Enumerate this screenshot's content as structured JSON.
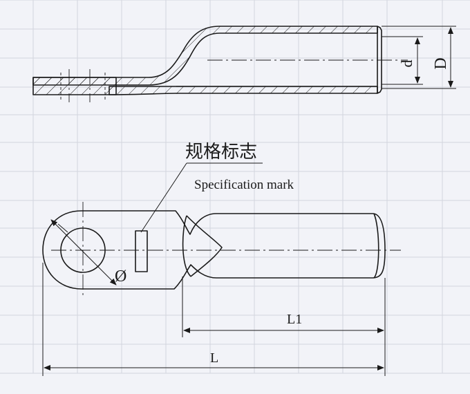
{
  "colors": {
    "paper": "#f2f3f8",
    "ink": "#1a1a1a",
    "ghost": "#c6c9d4"
  },
  "top_view": {
    "dim_inner": "d",
    "dim_outer": "D"
  },
  "front_view": {
    "spec_mark_cn": "规格标志",
    "spec_mark_en": "Specification mark",
    "hole_symbol": "Ø",
    "dim_barrel": "L1",
    "dim_total": "L"
  }
}
